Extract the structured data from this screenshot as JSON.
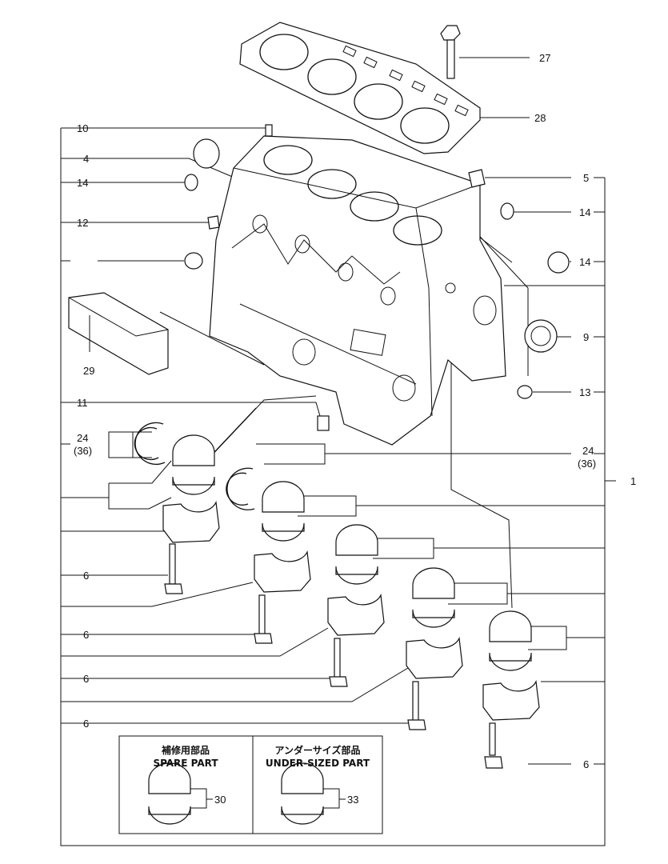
{
  "callouts": {
    "c27": "27",
    "c28": "28",
    "c10": "10",
    "c4": "4",
    "c14a": "14",
    "c12": "12",
    "c5": "5",
    "c14b": "14",
    "c14c": "14",
    "c9": "9",
    "c13": "13",
    "c29": "29",
    "c11": "11",
    "c24a": "24",
    "c36a": "(36)",
    "c24b": "24",
    "c36b": "(36)",
    "c1": "1",
    "c6a": "6",
    "c6b": "6",
    "c6c": "6",
    "c6d": "6",
    "c6e": "6",
    "c30": "30",
    "c33": "33"
  },
  "boxes": {
    "spare_jp": "補修用部品",
    "spare_en": "SPARE PART",
    "under_jp": "アンダーサイズ部品",
    "under_en": "UNDER-SIZED PART"
  },
  "colors": {
    "line": "#111111",
    "background": "#ffffff"
  }
}
